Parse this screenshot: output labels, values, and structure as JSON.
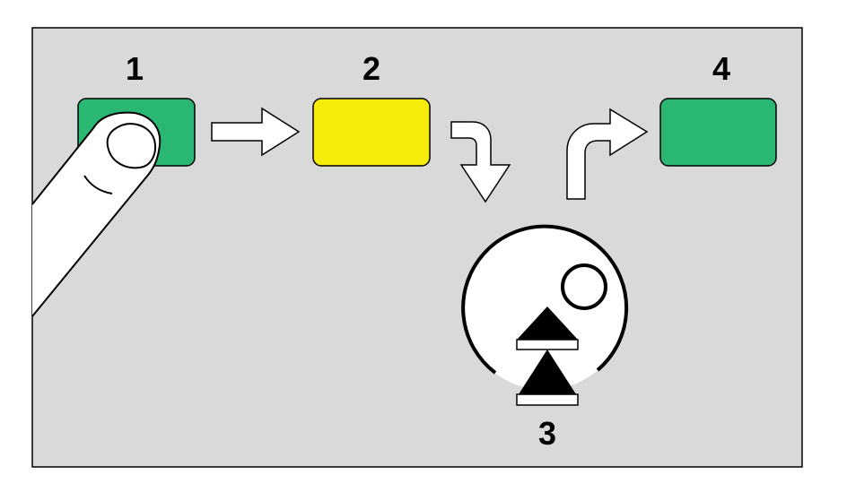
{
  "steps": [
    {
      "label": "1",
      "indicator_color": "#2ab673"
    },
    {
      "label": "2",
      "indicator_color": "#f6ec0b"
    },
    {
      "label": "3"
    },
    {
      "label": "4",
      "indicator_color": "#2ab673"
    }
  ],
  "colors": {
    "panel_background": "#d9d9d9",
    "outline": "#000000",
    "arrow_fill": "#ffffff",
    "dial_face": "#ffffff"
  },
  "icons": {
    "finger": "finger-press-icon",
    "dial": "rotary-dial-icon",
    "dial_arrow": "up-arrow-icon",
    "flow_arrow": "flow-arrow-icon"
  }
}
